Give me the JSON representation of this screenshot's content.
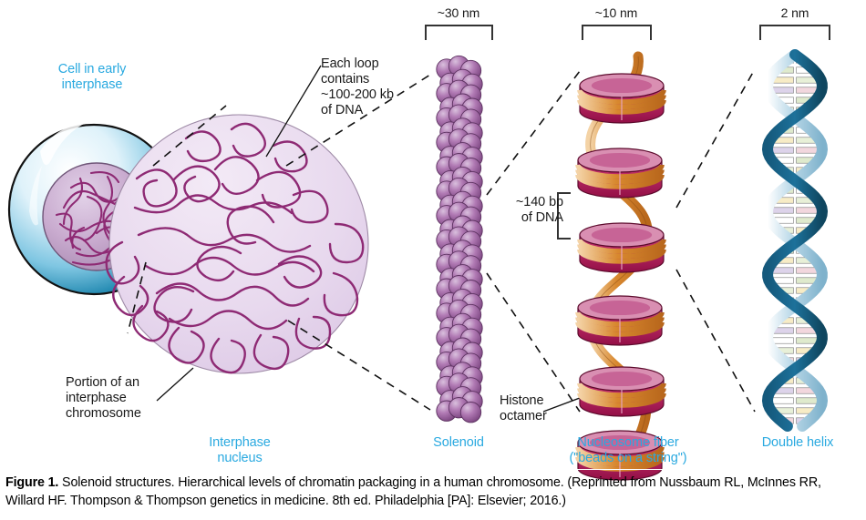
{
  "figure": {
    "label": "Figure 1.",
    "caption": " Solenoid structures. Hierarchical levels of chromatin packaging in a human chromosome. (Reprinted from Nussbaum RL, McInnes RR, Willard HF. Thompson & Thompson genetics in medicine. 8th ed. Philadelphia [PA]: Elsevier; 2016.)"
  },
  "colors": {
    "cyan_label": "#29a9e0",
    "cell_membrane": "#0d7fa8",
    "cell_cytoplasm": "#cfeaf5",
    "nucleus_fill": "#c4a6c8",
    "chromatin_purple": "#8e2a74",
    "nucleus_circle_fill": "#e6d7ec",
    "solenoid_bead": "#a86aa8",
    "nucleosome_disc": "#b01a5c",
    "nucleosome_dna": "#d2822f",
    "dna_backbone_dark": "#1b6e97",
    "dna_backbone_light": "#a9cde0",
    "annotation_text": "#1a1a1a"
  },
  "panels": {
    "cell": {
      "title": "Cell in early\ninterphase"
    },
    "interphase_nucleus": {
      "caption": "Interphase\nnucleus",
      "loop_note": "Each loop\ncontains\n~100-200 kb\nof DNA",
      "portion_note": "Portion of an\ninterphase\nchromosome"
    },
    "solenoid": {
      "caption": "Solenoid",
      "scale": "~30 nm"
    },
    "nucleosome": {
      "caption": "Nucleosome fiber\n(\"beads on a string\")",
      "scale": "~10 nm",
      "bp_note": "~140 bp\nof DNA",
      "histone_note": "Histone\noctamer"
    },
    "double_helix": {
      "caption": "Double helix",
      "scale": "2 nm"
    }
  }
}
